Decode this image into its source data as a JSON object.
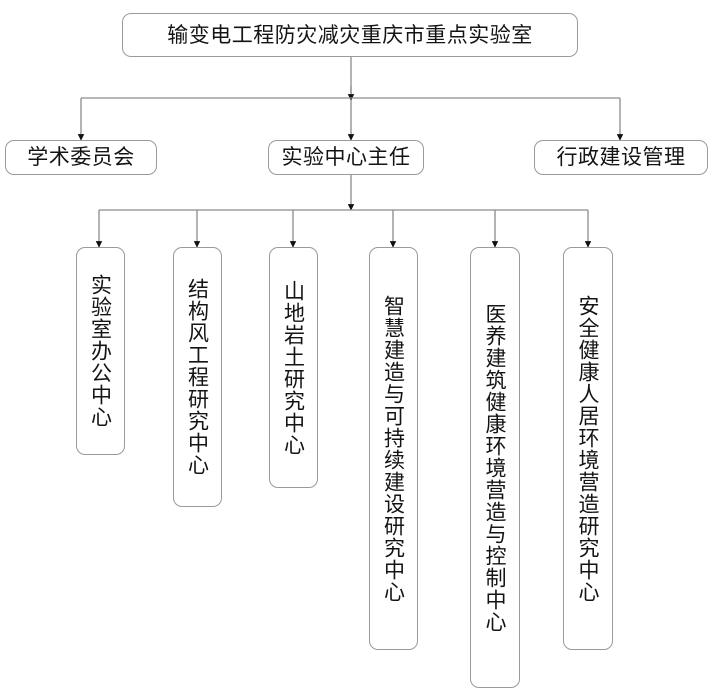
{
  "diagram": {
    "type": "organizational-chart",
    "orientation": "top-down",
    "language": "zh-CN",
    "line_color": "#8c8c8c",
    "box_border_color": "#9a9a9a",
    "box_fill_color": "#ffffff",
    "text_color": "#141414",
    "levels": [
      {
        "level": 1,
        "nodes": [
          {
            "id": "root",
            "label": "输变电工程防灾减灾重庆市重点实验室",
            "orientation": "horizontal"
          }
        ]
      },
      {
        "level": 2,
        "nodes": [
          {
            "id": "committee",
            "label": "学术委员会",
            "orientation": "horizontal"
          },
          {
            "id": "director",
            "label": "实验中心主任",
            "orientation": "horizontal"
          },
          {
            "id": "admin",
            "label": "行政建设管理",
            "orientation": "horizontal"
          }
        ]
      },
      {
        "level": 3,
        "nodes": [
          {
            "id": "lab-office",
            "label": "实验室办公中心",
            "orientation": "vertical"
          },
          {
            "id": "wind-eng",
            "label": "结构风工程研究中心",
            "orientation": "vertical"
          },
          {
            "id": "geotech",
            "label": "山地岩土研究中心",
            "orientation": "vertical"
          },
          {
            "id": "smart-build",
            "label": "智慧建造与可持续建设研究中心",
            "orientation": "vertical"
          },
          {
            "id": "medical-build",
            "label": "医养建筑健康环境营造与控制中心",
            "orientation": "vertical"
          },
          {
            "id": "safe-living",
            "label": "安全健康人居环境营造研究中心",
            "orientation": "vertical"
          }
        ]
      }
    ],
    "edges": [
      {
        "from": "root",
        "to": "committee"
      },
      {
        "from": "root",
        "to": "director"
      },
      {
        "from": "root",
        "to": "admin"
      },
      {
        "from": "director",
        "to": "lab-office"
      },
      {
        "from": "director",
        "to": "wind-eng"
      },
      {
        "from": "director",
        "to": "geotech"
      },
      {
        "from": "director",
        "to": "smart-build"
      },
      {
        "from": "director",
        "to": "medical-build"
      },
      {
        "from": "director",
        "to": "safe-living"
      }
    ]
  }
}
